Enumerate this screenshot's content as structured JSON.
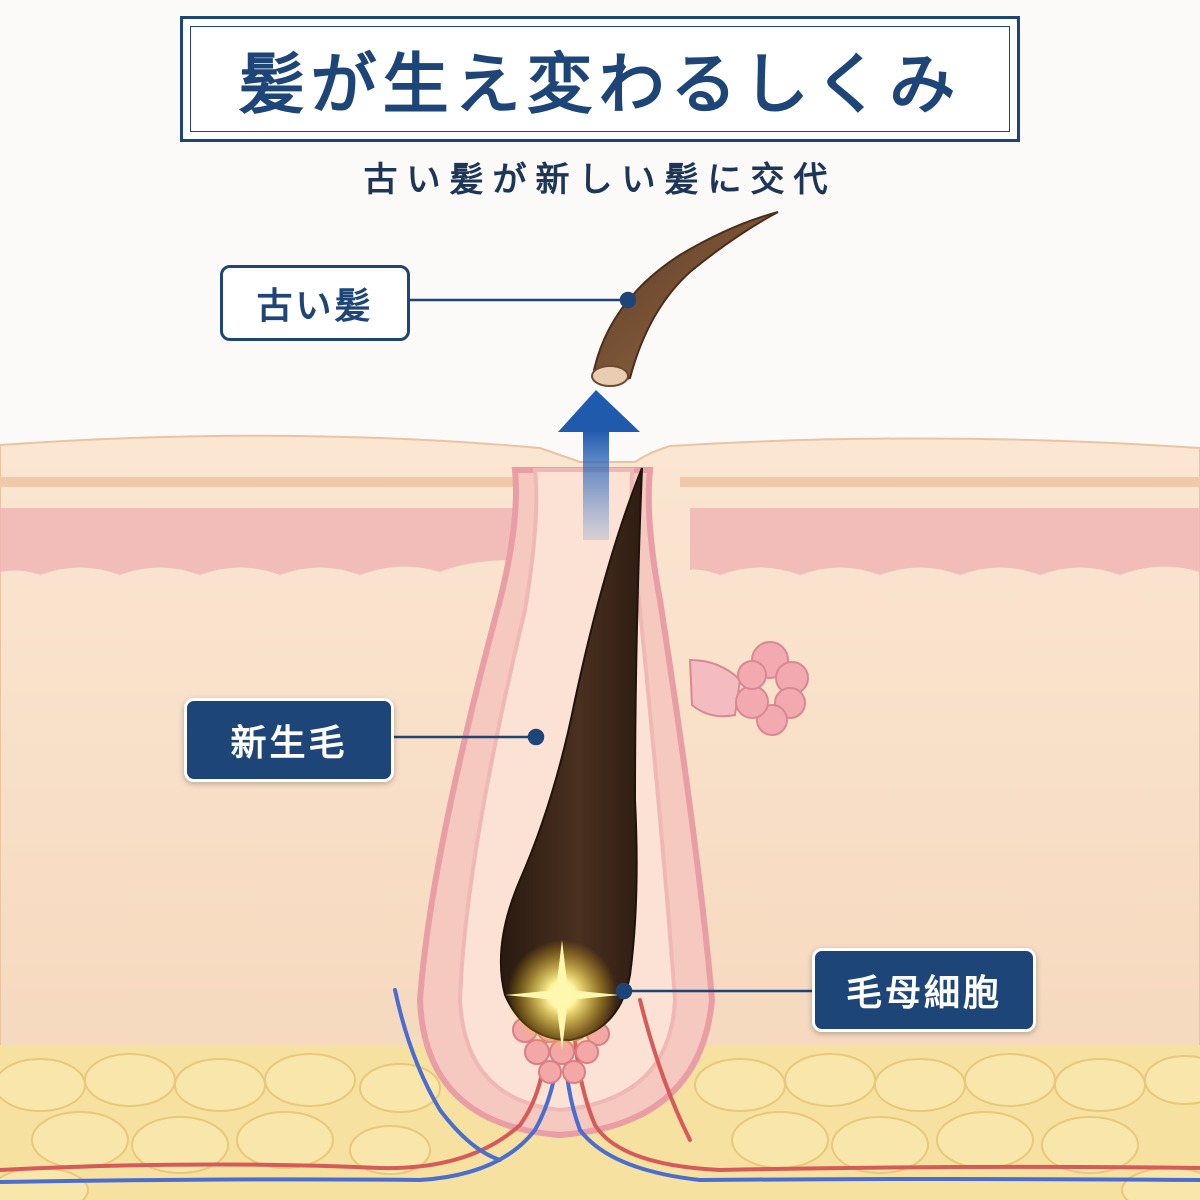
{
  "title": "髪が生え変わるしくみ",
  "subtitle": "古い髪が新しい髪に交代",
  "labels": {
    "old_hair": "古い髪",
    "new_hair": "新生毛",
    "hair_matrix_cells": "毛母細胞"
  },
  "colors": {
    "navy": "#1d4577",
    "skin": "#f8dcc0",
    "epidermis_pink": "#eba8ad",
    "fat": "#f4dc8c",
    "hair_dark": "#3a2518",
    "old_hair": "#7a5236",
    "artery": "#d75a5a",
    "vein": "#4a6ed0",
    "arrow": "#2b64b4",
    "glow": "#ffe24a"
  }
}
